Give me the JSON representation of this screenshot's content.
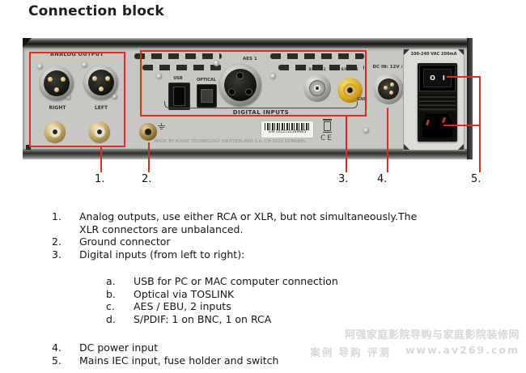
{
  "title": "Connection block",
  "photo": {
    "labels": {
      "analog_output": "ANALOG OUTPUT",
      "right": "RIGHT",
      "left": "LEFT",
      "usb": "USB",
      "optical": "OPTICAL",
      "aes1": "AES 1",
      "spdif1": "S/PDIF 1",
      "spdif2": "S/PDIF 2",
      "digital_inputs": "DIGITAL INPUTS",
      "dc_in": "DC IN: 12V / 1A",
      "gnd": "GND",
      "polarity": "⊕",
      "mains_rating": "100-240 VAC 200mA",
      "switch_off": "O",
      "switch_on": "I",
      "serial": "S/N 5012531369N05",
      "made_by": "MADE BY AUDIO TECHNOLOGY SWITZERLAND S.A. CH-1032 ROMANEL",
      "ce_mark": "CE"
    },
    "callouts": [
      "1.",
      "2.",
      "3.",
      "4.",
      "5."
    ]
  },
  "notes": {
    "items": [
      {
        "num": "1.",
        "line1": "Analog outputs, use either RCA or XLR, but not simultaneously.The",
        "line2": "XLR connectors are unbalanced."
      },
      {
        "num": "2.",
        "text": "Ground connector"
      },
      {
        "num": "3.",
        "text": "Digital inputs (from left to right):"
      }
    ],
    "sub_items": [
      {
        "num": "a.",
        "text": "USB for PC or MAC computer connection"
      },
      {
        "num": "b.",
        "text": "Optical via TOSLINK"
      },
      {
        "num": "c.",
        "text": "AES / EBU, 2 inputs"
      },
      {
        "num": "d.",
        "text": "S/PDIF: 1 on BNC, 1 on RCA"
      }
    ],
    "items_tail": [
      {
        "num": "4.",
        "text": "DC power input"
      },
      {
        "num": "5.",
        "text": "Mains IEC input, fuse holder and switch"
      }
    ]
  },
  "watermark": {
    "line1": "阿强家庭影院导购与家庭影院装修网",
    "line2_words": "案例 导购 评测",
    "line2_url": "www.av269.com"
  },
  "colors": {
    "annotation_red": "#e02b1f",
    "panel_gray": "#c8c7c4",
    "spdif_rca_yellow": "#d9a71e",
    "connector_gold": "#c3a45e"
  }
}
